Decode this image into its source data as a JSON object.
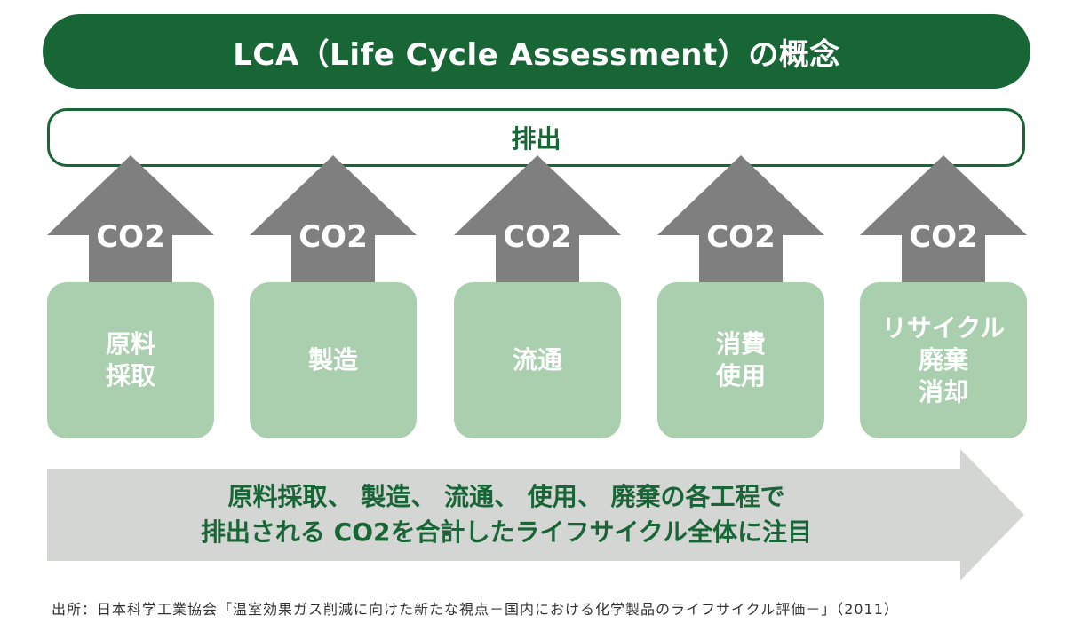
{
  "title": "LCA（Life Cycle Assessment）の概念",
  "emission_label": "排出",
  "co2_label": "CO2",
  "stages": [
    {
      "label": "原料\n採取"
    },
    {
      "label": "製造"
    },
    {
      "label": "流通"
    },
    {
      "label": "消費\n使用"
    },
    {
      "label": "リサイクル\n廃棄\n消却"
    }
  ],
  "summary": {
    "line1": "原料採取、 製造、 流通、 使用、 廃棄の各工程で",
    "line2": "排出される CO2を合計したライフサイクル全体に注目"
  },
  "source": "出所：日本科学工業協会「温室効果ガス削減に向けた新たな視点－国内における化学製品のライフサイクル評価－」（2011）",
  "colors": {
    "dark_green": "#186536",
    "light_green": "#a9cfae",
    "arrow_gray": "#7f7f7f",
    "big_arrow_gray": "#d4d6d4"
  }
}
